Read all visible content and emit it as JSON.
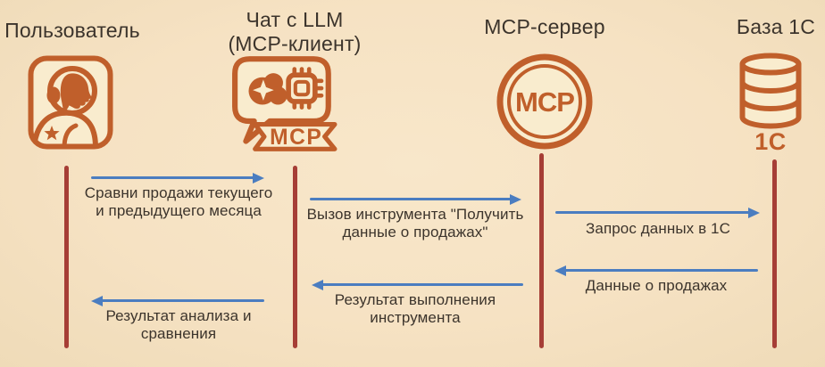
{
  "colors": {
    "background": "#f6e2c3",
    "icon_fill": "#f9ecce",
    "accent_orange": "#c05f2b",
    "lifeline_red": "#a63e36",
    "arrow_blue": "#4b7dc0",
    "text_dark": "#3c342c"
  },
  "actors": [
    {
      "label": "Пользователь",
      "icon": "astronaut-user-icon"
    },
    {
      "label": "Чат с LLM\n(MCP-клиент)",
      "icon": "chat-llm-icon",
      "badge": "MCP"
    },
    {
      "label": "MCP-сервер",
      "icon": "mcp-server-badge-icon",
      "badge": "MCP"
    },
    {
      "label": "База 1С",
      "icon": "database-1c-icon",
      "caption": "1С"
    }
  ],
  "messages": [
    {
      "text": "Сравни продажи текущего\nи предыдущего месяца",
      "direction": "right"
    },
    {
      "text": "Вызов инструмента \"Получить\nданные о продажах\"",
      "direction": "right"
    },
    {
      "text": "Запрос данных в 1С",
      "direction": "right"
    },
    {
      "text": "Данные о продажах",
      "direction": "left"
    },
    {
      "text": "Результат выполнения\nинструмента",
      "direction": "left"
    },
    {
      "text": "Результат анализа и\nсравнения",
      "direction": "left"
    }
  ]
}
